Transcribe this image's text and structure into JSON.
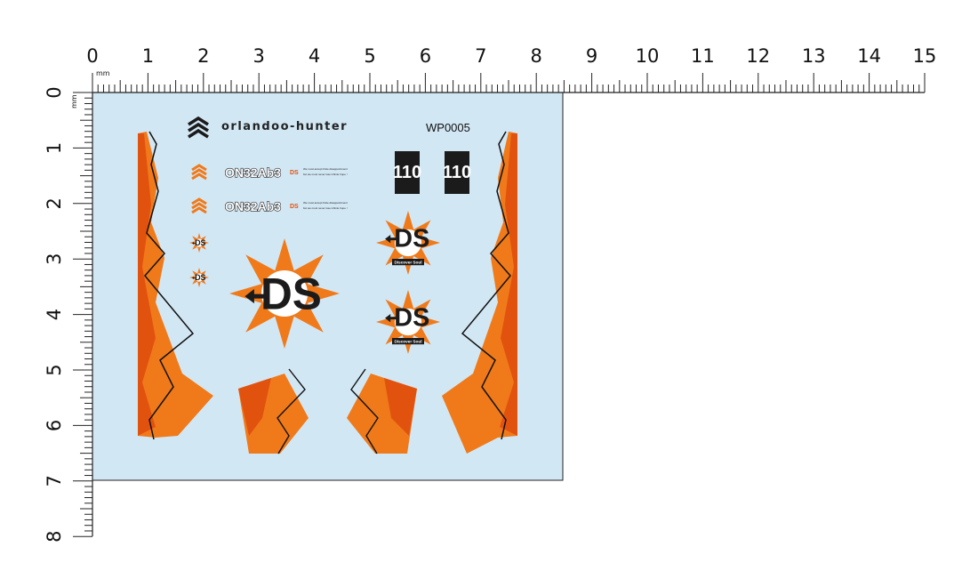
{
  "ruler": {
    "unit": "mm",
    "horizontal_labels": [
      "0",
      "1",
      "2",
      "3",
      "4",
      "5",
      "6",
      "7",
      "8",
      "9",
      "10",
      "11",
      "12",
      "13",
      "14",
      "15"
    ],
    "vertical_labels": [
      "0",
      "1",
      "2",
      "3",
      "4",
      "5",
      "6",
      "7",
      "8"
    ]
  },
  "sheet": {
    "background_color": "#d2e7f4",
    "brand_text": "orlandoo-hunter",
    "product_code": "WP0005",
    "plate_text": "ON32Ab3",
    "ds_logo_text": "DS",
    "ds_banner_text": "Discover Soul",
    "quote_line_1": "We must accept finite disappointment",
    "quote_line_2": "but we must never lose infinite hope !",
    "number_decal": "110",
    "colors": {
      "orange": "#f07a1a",
      "dark_orange": "#e2520f",
      "black": "#1b1b1b"
    }
  }
}
